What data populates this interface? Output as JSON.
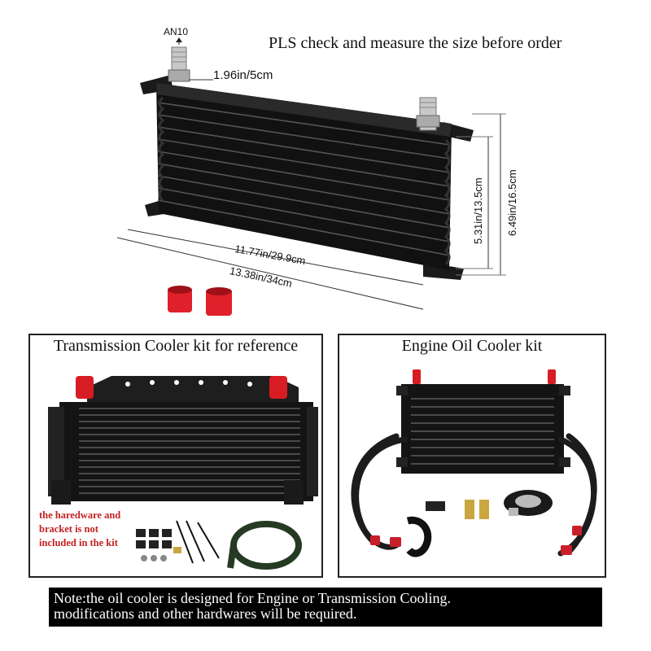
{
  "top": {
    "headline": "PLS check and measure the size before order",
    "fitting_label": "AN10",
    "dimensions": {
      "fitting_width": "1.96in/5cm",
      "core_width": "11.77in/29.9cm",
      "overall_width": "13.38in/34cm",
      "core_height": "5.31in/13.5cm",
      "overall_height": "6.49in/16.5cm"
    }
  },
  "left_panel": {
    "title": "Transmission Cooler kit for reference",
    "note": "the haredware and bracket is not included in the kit"
  },
  "right_panel": {
    "title": "Engine Oil Cooler kit"
  },
  "bottom_note": {
    "line1": "Note:the oil cooler is designed for Engine or Transmission Cooling.",
    "line2": "modifications and other hardwares will be required."
  },
  "colors": {
    "cooler_body": "#111111",
    "fitting_cap": "#e0202a",
    "red_note": "#c42020",
    "note_bg": "#000000"
  }
}
